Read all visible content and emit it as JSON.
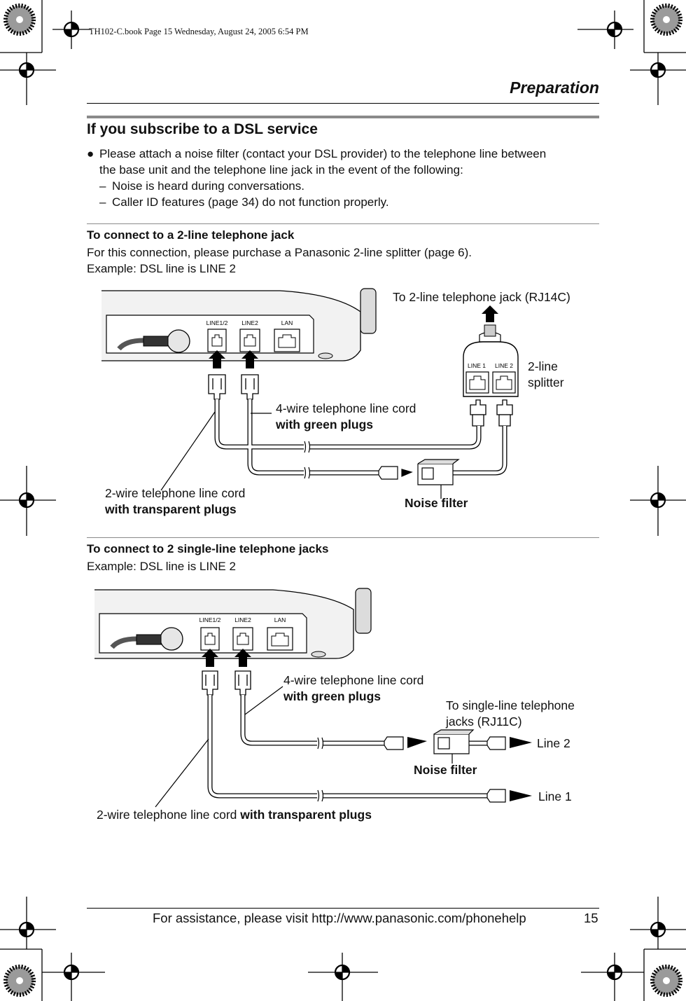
{
  "header": {
    "book_stamp": "TH102-C.book  Page 15  Wednesday, August 24, 2005  6:54 PM",
    "section": "Preparation"
  },
  "dsl": {
    "title": "If you subscribe to a DSL service",
    "bullet_line1": "Please attach a noise filter (contact your DSL provider) to the telephone line between",
    "bullet_line2": "the base unit and the telephone line jack in the event of the following:",
    "dash1": "Noise is heard during conversations.",
    "dash2": "Caller ID features (page 34) do not function properly."
  },
  "two_line": {
    "heading": "To connect to a 2-line telephone jack",
    "line1": "For this connection, please purchase a Panasonic 2-line splitter (page 6).",
    "line2": "Example: DSL line is LINE 2",
    "diagram": {
      "port_line12": "LINE1/2",
      "port_line2": "LINE2",
      "port_lan": "LAN",
      "to_jack": "To 2-line telephone jack (RJ14C)",
      "splitter_line1": "LINE 1",
      "splitter_line2": "LINE 2",
      "splitter_label_a": "2-line",
      "splitter_label_b": "splitter",
      "cord4_a": "4-wire telephone line cord",
      "cord4_b": "with green plugs",
      "cord2_a": "2-wire telephone line cord",
      "cord2_b": "with transparent plugs",
      "noise_filter": "Noise filter"
    }
  },
  "single_line": {
    "heading": "To connect to 2 single-line telephone jacks",
    "line1": "Example: DSL line is LINE 2",
    "diagram": {
      "port_line12": "LINE1/2",
      "port_line2": "LINE2",
      "port_lan": "LAN",
      "cord4_a": "4-wire telephone line cord",
      "cord4_b": "with green plugs",
      "to_jacks_a": "To single-line telephone",
      "to_jacks_b": "jacks (RJ11C)",
      "line_2": "Line 2",
      "noise_filter": "Noise filter",
      "line_1": "Line 1",
      "cord2_prefix": "2-wire telephone line cord ",
      "cord2_bold": "with transparent plugs"
    }
  },
  "footer": {
    "help": "For assistance, please visit http://www.panasonic.com/phonehelp",
    "page": "15"
  }
}
